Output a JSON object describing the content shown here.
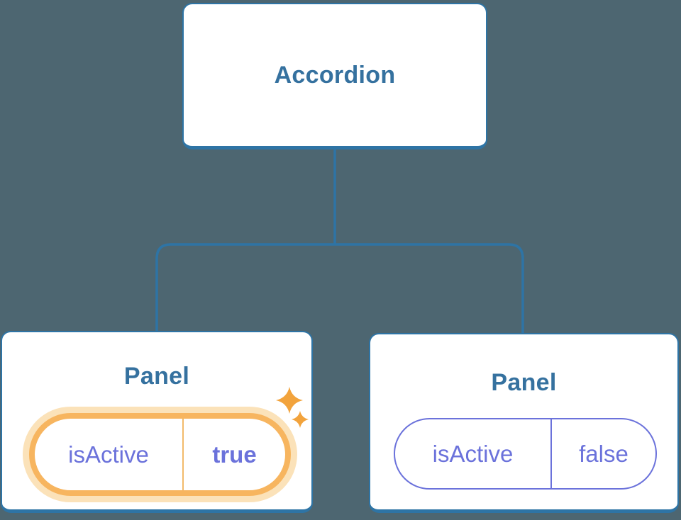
{
  "diagram": {
    "description": "Component tree: Accordion root with two Panel children showing isActive prop state",
    "background_color": "#4D6671",
    "node_border_color": "#2E74A5",
    "node_text_color": "#35719F",
    "prop_text_color": "#6B72DB",
    "highlight_ring_color": "#F7B55F",
    "highlight_glow_color": "#FBE2B9",
    "sparkle_color": "#F2A33C",
    "root": {
      "label": "Accordion"
    },
    "panels": [
      {
        "title": "Panel",
        "prop_name": "isActive",
        "prop_value": "true",
        "highlighted": true
      },
      {
        "title": "Panel",
        "prop_name": "isActive",
        "prop_value": "false",
        "highlighted": false
      }
    ]
  }
}
